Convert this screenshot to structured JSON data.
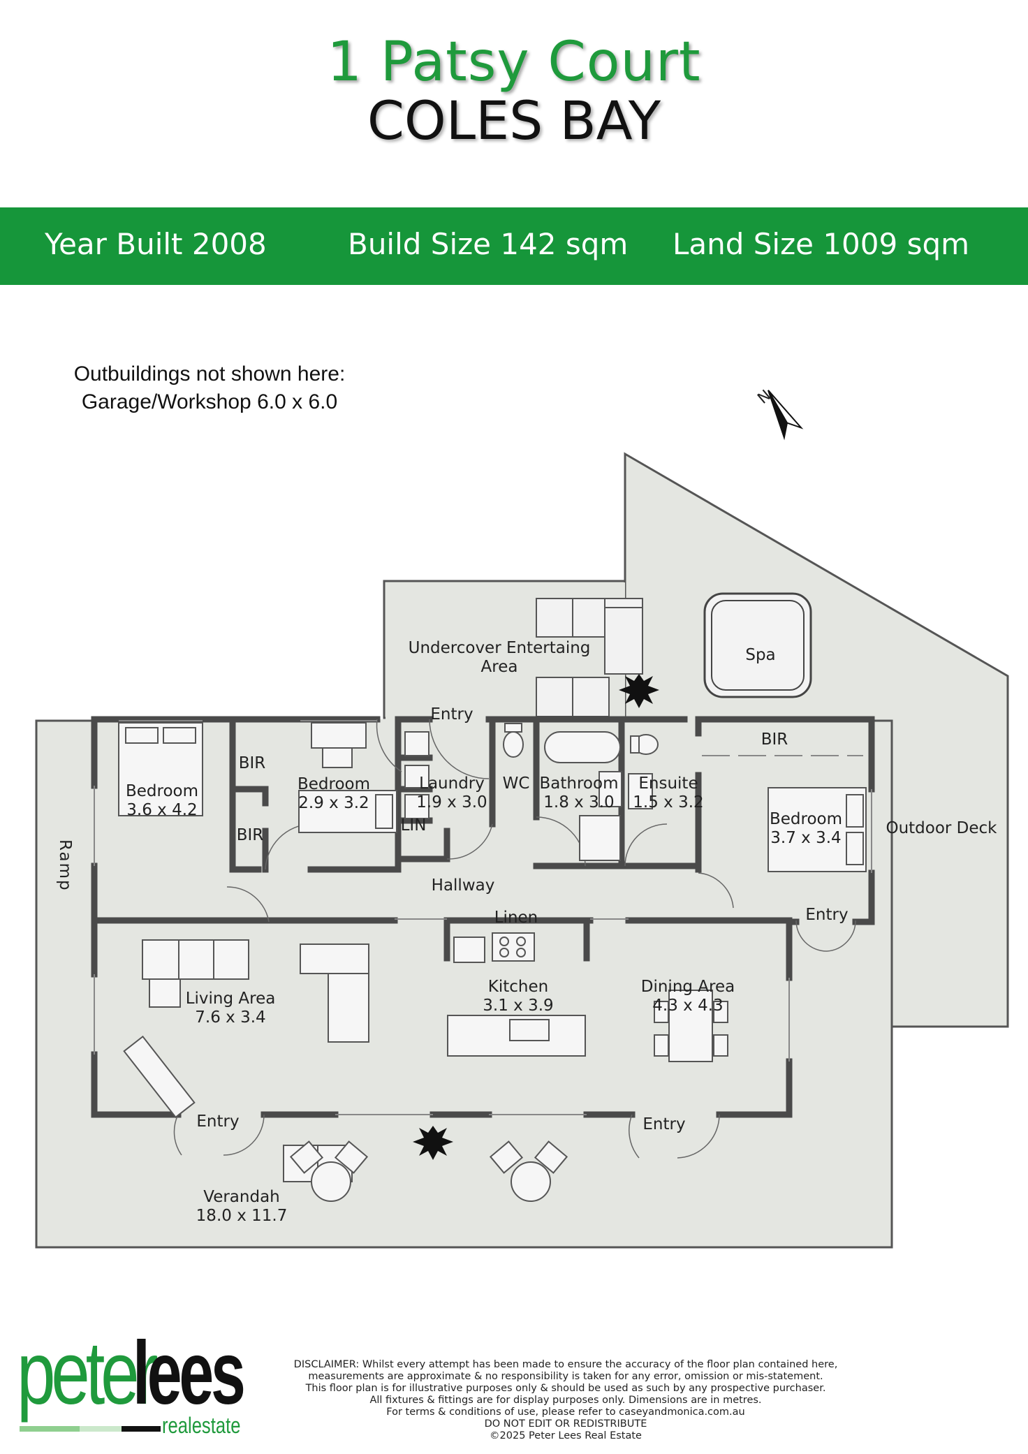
{
  "header": {
    "address": "1 Patsy Court",
    "suburb": "COLES BAY"
  },
  "stats": {
    "year_built": "Year Built 2008",
    "build_size": "Build Size 142 sqm",
    "land_size": "Land Size 1009 sqm"
  },
  "note": {
    "line1": "Outbuildings not shown here:",
    "line2": "Garage/Workshop 6.0 x 6.0"
  },
  "compass": {
    "label": "N"
  },
  "rooms": {
    "undercover": {
      "name1": "Undercover Entertaing",
      "name2": "Area"
    },
    "spa": {
      "name": "Spa"
    },
    "entry_top": {
      "name": "Entry"
    },
    "bedroom1": {
      "name": "Bedroom",
      "size": "3.6 x 4.2"
    },
    "bir1": {
      "name": "BIR"
    },
    "bir2": {
      "name": "BIR"
    },
    "bedroom2": {
      "name": "Bedroom",
      "size": "2.9 x 3.2"
    },
    "laundry": {
      "name": "Laundry",
      "size": "1.9 x 3.0"
    },
    "lin": {
      "name": "LIN"
    },
    "wc": {
      "name": "WC"
    },
    "bathroom": {
      "name": "Bathroom",
      "size": "1.8 x 3.0"
    },
    "ensuite": {
      "name": "Ensuite",
      "size": "1.5 x 3.2"
    },
    "bir3": {
      "name": "BIR"
    },
    "bedroom3": {
      "name": "Bedroom",
      "size": "3.7 x 3.4"
    },
    "outdoor_deck": {
      "name": "Outdoor Deck"
    },
    "ramp": {
      "name": "Ramp"
    },
    "hallway": {
      "name": "Hallway"
    },
    "linen": {
      "name": "Linen"
    },
    "entry_right": {
      "name": "Entry"
    },
    "living": {
      "name": "Living Area",
      "size": "7.6 x 3.4"
    },
    "kitchen": {
      "name": "Kitchen",
      "size": "3.1 x 3.9"
    },
    "dining": {
      "name": "Dining Area",
      "size": "4.3 x 4.3"
    },
    "entry_bl": {
      "name": "Entry"
    },
    "entry_br": {
      "name": "Entry"
    },
    "verandah": {
      "name": "Verandah",
      "size": "18.0 x 11.7"
    }
  },
  "disclaimer": {
    "l1": "DISCLAIMER: Whilst every attempt has been made to ensure the accuracy of the floor plan contained here,",
    "l2": "measurements are approximate & no responsibility is taken for any error, omission or mis-statement.",
    "l3": "This floor plan is for illustrative purposes only & should be used as such by any prospective purchaser.",
    "l4": "All fixtures & fittings are for display purposes only. Dimensions are in metres.",
    "l5": "For terms & conditions of use, please refer to caseyandmonica.com.au",
    "l6": "DO NOT EDIT OR REDISTRIBUTE",
    "l7": "©2025 Peter Lees Real Estate"
  },
  "logo": {
    "word1": "peter",
    "word2": "lees",
    "word3": "realestate"
  },
  "colors": {
    "brand_green": "#16963a",
    "floor": "#e4e6e1",
    "wall": "#4a4a4a"
  }
}
